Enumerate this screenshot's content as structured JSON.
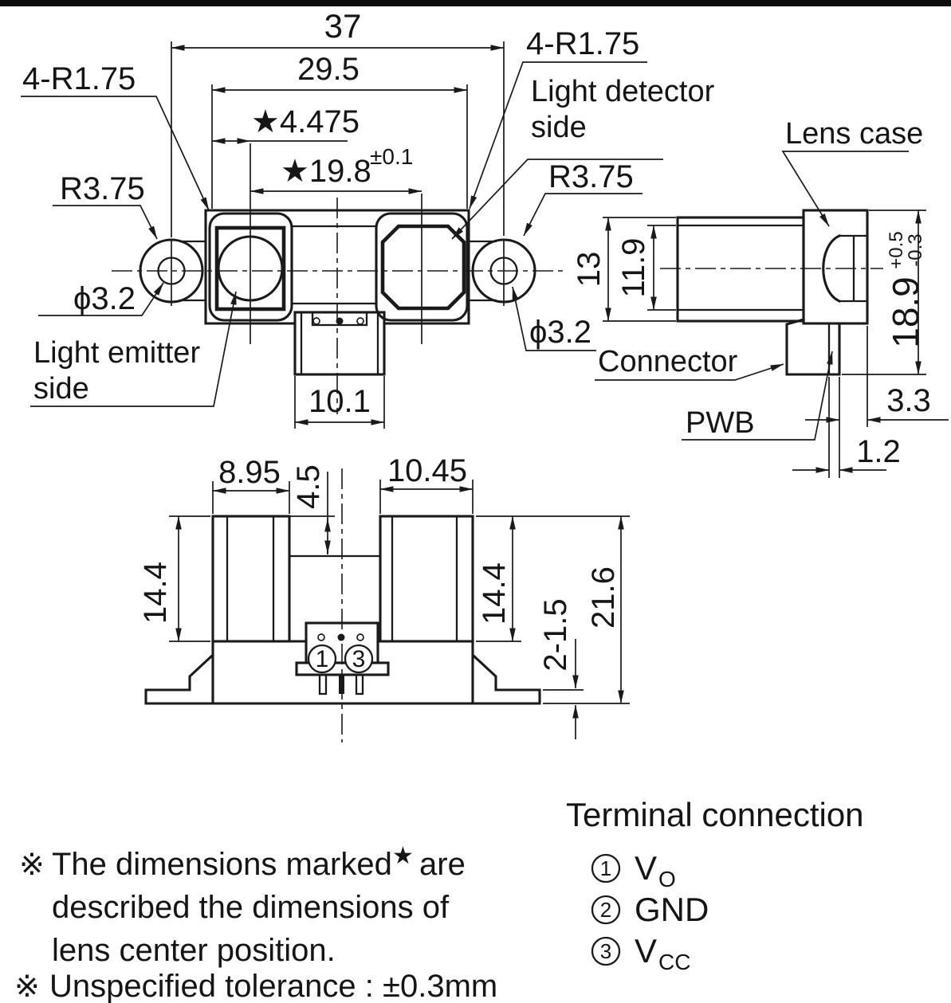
{
  "front": {
    "dim_37": "37",
    "dim_29_5": "29.5",
    "dim_4_475": "★4.475",
    "dim_19_8": "★19.8",
    "dim_19_8_tol": "±0.1",
    "corner_radius_left": "4-R1.75",
    "corner_radius_right": "4-R1.75",
    "ear_radius_left": "R3.75",
    "ear_radius_right": "R3.75",
    "hole_dia_left": "ϕ3.2",
    "hole_dia_right": "ϕ3.2",
    "emitter_label_1": "Light emitter",
    "emitter_label_2": "side",
    "detector_label_1": "Light detector",
    "detector_label_2": "side",
    "dim_10_1": "10.1"
  },
  "side": {
    "lens_case": "Lens case",
    "connector": "Connector",
    "pwb": "PWB",
    "dim_13": "13",
    "dim_11_9": "11.9",
    "dim_18_9": "18.9",
    "dim_18_9_tol_plus": "+0.5",
    "dim_18_9_tol_minus": "-0.3",
    "dim_3_3": "3.3",
    "dim_1_2": "1.2"
  },
  "bottom": {
    "dim_8_95": "8.95",
    "dim_4_5": "4.5",
    "dim_10_45": "10.45",
    "dim_14_4_left": "14.4",
    "dim_14_4_right": "14.4",
    "dim_2_1_5": "2-1.5",
    "dim_21_6": "21.6",
    "pin_1": "1",
    "pin_3": "3"
  },
  "terminal": {
    "title": "Terminal connection",
    "pins": [
      {
        "num": "1",
        "name": "V",
        "sub": "O"
      },
      {
        "num": "2",
        "name": "GND",
        "sub": ""
      },
      {
        "num": "3",
        "name": "V",
        "sub": "CC"
      }
    ]
  },
  "notes": {
    "mark1": "※",
    "line1_pre": "The dimensions marked",
    "line1_star": "★",
    "line1_post": "are",
    "line2": "described the dimensions of",
    "line3": "lens center position.",
    "mark2": "※",
    "line4": "Unspecified tolerance : ±0.3mm"
  }
}
